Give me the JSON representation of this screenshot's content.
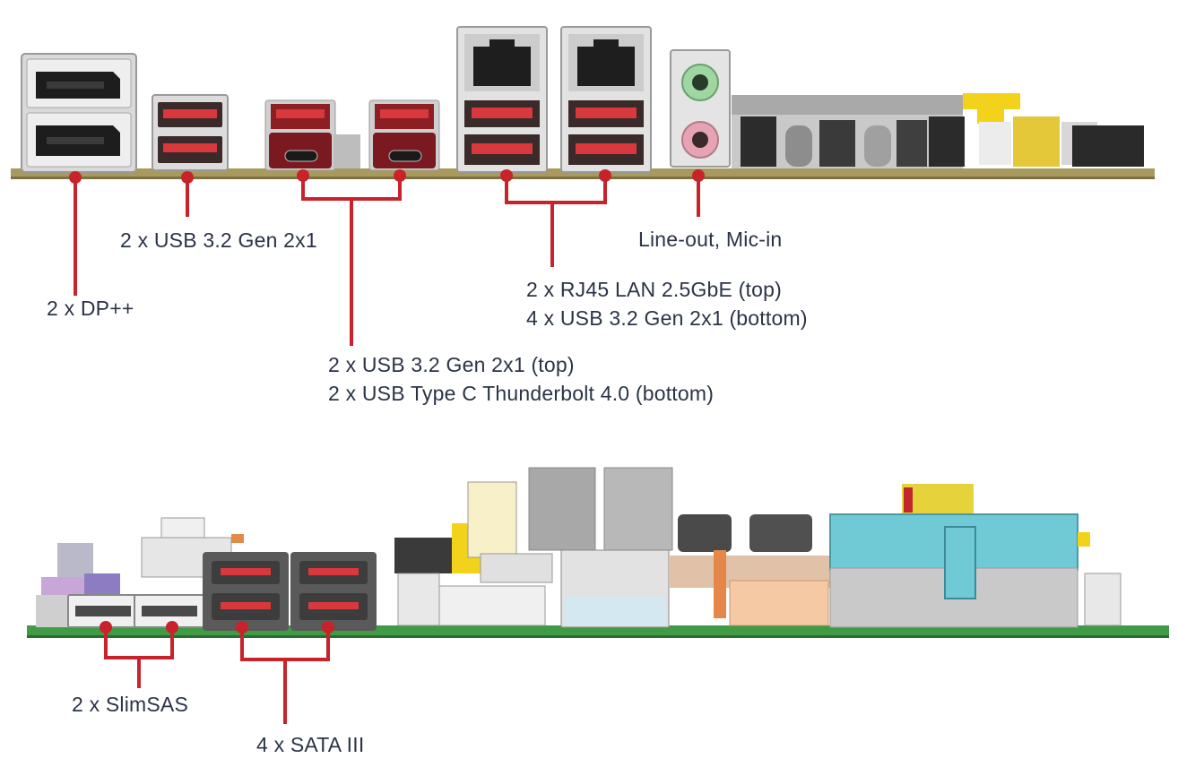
{
  "colors": {
    "callout": "#c8232b",
    "text": "#2b3446",
    "pcb_top": "#a89a5e",
    "pcb_bottom": "#3f9b45",
    "port_red": "#d9383d",
    "metal": "#d6d6d6",
    "cyan": "#6fcad6",
    "yellow": "#f2d21a"
  },
  "top_view": {
    "callouts": {
      "dp": "2 x DP++",
      "usb_pair": "2 x USB 3.2 Gen 2x1",
      "thunderbolt_line1": "2 x USB 3.2 Gen 2x1 (top)",
      "thunderbolt_line2": "2 x USB Type C Thunderbolt 4.0 (bottom)",
      "lan_line1": "2 x RJ45 LAN 2.5GbE (top)",
      "lan_line2": "4 x USB 3.2 Gen 2x1 (bottom)",
      "audio": "Line-out, Mic-in"
    }
  },
  "bottom_view": {
    "callouts": {
      "slimsas": "2 x SlimSAS",
      "sata": "4 x SATA III"
    }
  }
}
